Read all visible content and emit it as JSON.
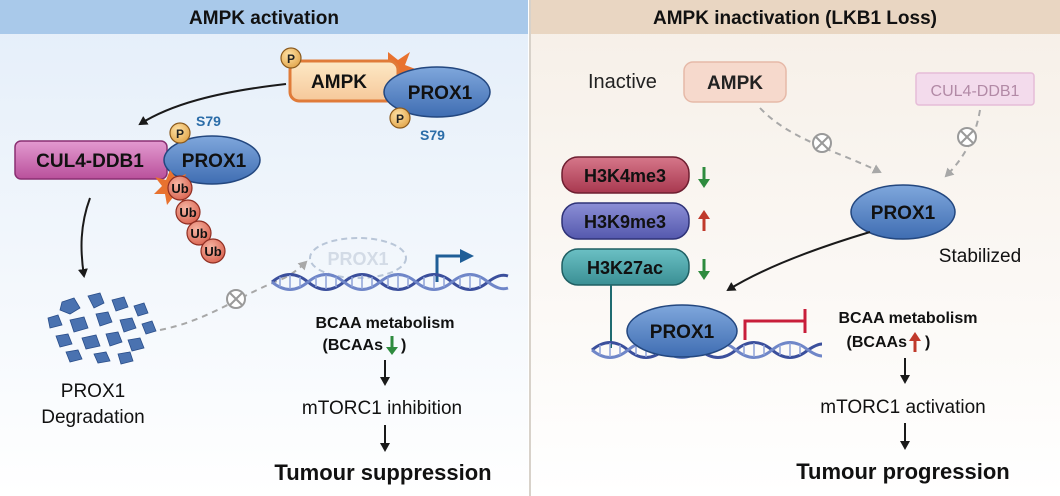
{
  "left_panel": {
    "title": "AMPK activation",
    "ampk_label": "AMPK",
    "prox1_label": "PROX1",
    "p_label": "P",
    "site_top": "S79",
    "site_bottom": "S79",
    "cul4_label": "CUL4-DDB1",
    "prox1_bound_label": "PROX1",
    "ub_label": "Ub",
    "degradation_line1": "PROX1",
    "degradation_line2": "Degradation",
    "faded_prox1": "PROX1",
    "bcaa_line1": "BCAA metabolism",
    "bcaa_line2": "(BCAAs",
    "bcaa_close": ")",
    "mtorc1": "mTORC1 inhibition",
    "outcome": "Tumour suppression"
  },
  "right_panel": {
    "title": "AMPK inactivation (LKB1 Loss)",
    "inactive_label": "Inactive",
    "ampk_label": "AMPK",
    "cul4_label": "CUL4-DDB1",
    "prox1_label": "PROX1",
    "stabilized_label": "Stabilized",
    "marks": [
      "H3K4me3",
      "H3K9me3",
      "H3K27ac"
    ],
    "prox1_dna_label": "PROX1",
    "bcaa_line1": "BCAA metabolism",
    "bcaa_line2": "(BCAAs",
    "bcaa_close": ")",
    "mtorc1": "mTORC1 activation",
    "outcome": "Tumour progression"
  },
  "colors": {
    "left_header_bg": "#a9c9ea",
    "right_header_bg": "#e9d6c2",
    "up_arrow": "#c0392b",
    "down_arrow": "#2e8b3e",
    "prox1_fill": "#4d7cc0",
    "cul4_fill": "#c45aa6",
    "ampk_border": "#e07b39"
  }
}
